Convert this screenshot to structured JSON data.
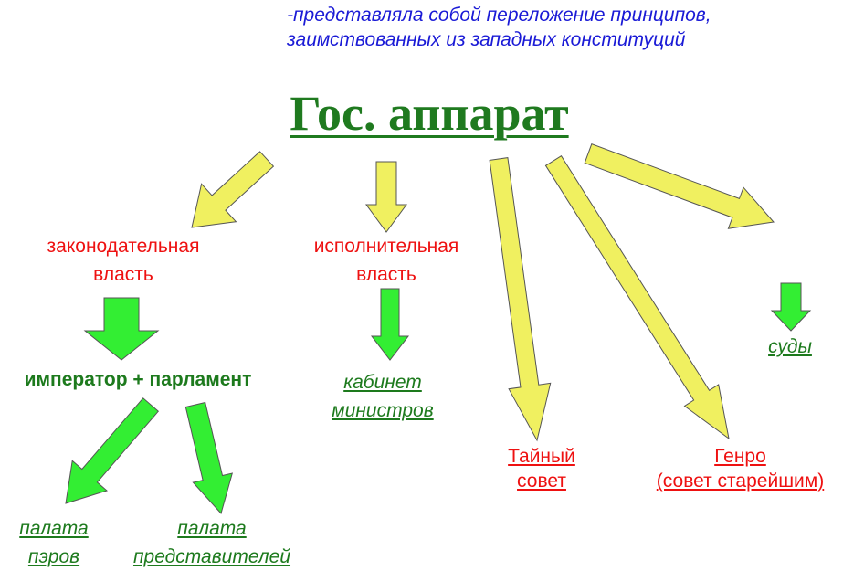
{
  "note": {
    "line1": "-представляла собой переложение принципов,",
    "line2": "заимствованных из западных конституций"
  },
  "title": "Гос. аппарат",
  "branches": {
    "legislative": {
      "line1": "законодательная",
      "line2": "власть"
    },
    "executive": {
      "line1": "исполнительная",
      "line2": "власть"
    },
    "privy_council": {
      "line1": "Тайный",
      "line2": "совет"
    },
    "genro": {
      "line1": "Генро",
      "line2": "(совет старейшим)"
    },
    "courts": "суды"
  },
  "emperor_parliament": "император + парламент",
  "cabinet": {
    "line1": "кабинет",
    "line2": "министров"
  },
  "house_peers": {
    "line1": "палата",
    "line2": "пэров"
  },
  "house_representatives": {
    "line1": "палата",
    "line2": "представителей"
  },
  "colors": {
    "yellow_arrow": "#f0f060",
    "green_arrow": "#33ee33",
    "title": "#1f7a1f",
    "red_text": "#ee1111",
    "note_text": "#1a1ad6"
  }
}
